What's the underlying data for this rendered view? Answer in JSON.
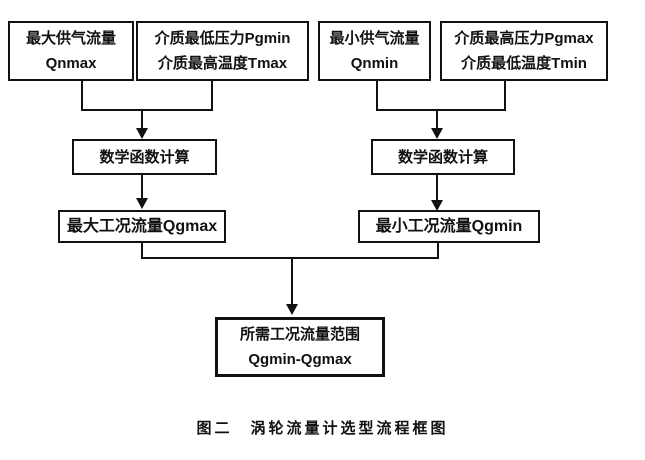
{
  "caption": "图二　涡轮流量计选型流程框图",
  "colors": {
    "line": "#111111",
    "background": "#ffffff",
    "text": "#111111"
  },
  "boxes": {
    "qnmax": {
      "line1": "最大供气流量",
      "line2": "Qnmax"
    },
    "pgmin_tmax": {
      "line1": "介质最低压力Pgmin",
      "line2": "介质最高温度Tmax"
    },
    "qnmin": {
      "line1": "最小供气流量",
      "line2": "Qnmin"
    },
    "pgmax_tmin": {
      "line1": "介质最高压力Pgmax",
      "line2": "介质最低温度Tmin"
    },
    "calc_left": {
      "label": "数学函数计算"
    },
    "calc_right": {
      "label": "数学函数计算"
    },
    "qgmax": {
      "label": "最大工况流量Qgmax"
    },
    "qgmin": {
      "label": "最小工况流量Qgmin"
    },
    "result": {
      "line1": "所需工况流量范围",
      "line2": "Qgmin-Qgmax"
    }
  }
}
